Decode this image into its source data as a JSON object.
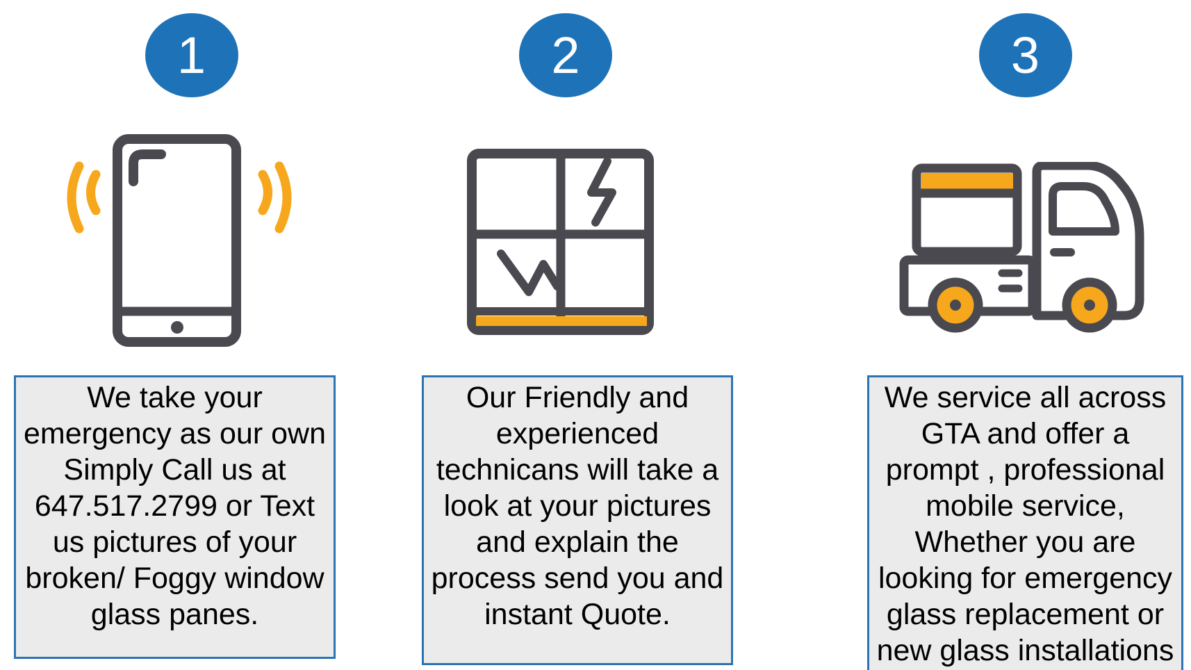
{
  "colors": {
    "step_badge_blue": "#1d72b8",
    "box_border_blue": "#2a74b4",
    "box_background": "#ebebeb",
    "icon_dark": "#4a4950",
    "icon_yellow": "#f7a71b",
    "text_color": "#000000",
    "page_background": "#ffffff"
  },
  "steps": [
    {
      "number": "1",
      "icon": "phone-ringing-icon",
      "text": "We take your\nemergency as our own\nSimply Call us at\n647.517.2799 or Text\nus pictures of your\nbroken/ Foggy window\nglass panes."
    },
    {
      "number": "2",
      "icon": "broken-window-icon",
      "text": "Our Friendly and\nexperienced\ntechnicans will take a\nlook at your pictures\nand explain the\nprocess send you and\ninstant Quote."
    },
    {
      "number": "3",
      "icon": "service-truck-icon",
      "text": "We service all across\nGTA and offer a\nprompt , professional\nmobile service,\nWhether you are\nlooking for emergency\nglass replacement or\nnew glass installations"
    }
  ]
}
